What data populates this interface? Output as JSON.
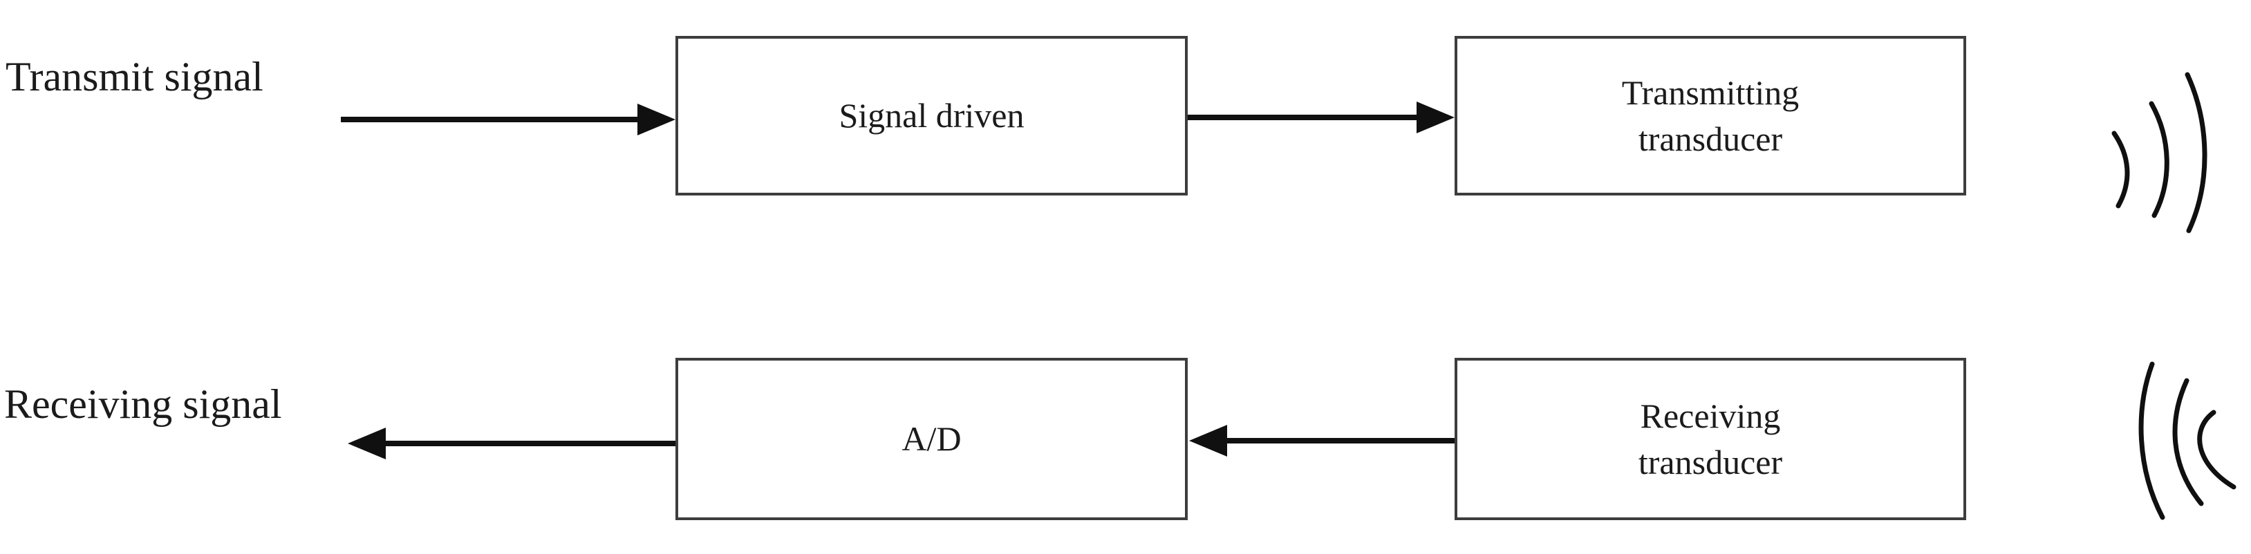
{
  "colors": {
    "ink": "#1b1b1b",
    "box_border": "#3d3d3d",
    "arrow": "#101010",
    "background": "#ffffff"
  },
  "labels": {
    "transmit_signal": "Transmit signal",
    "receiving_signal": "Receiving signal"
  },
  "boxes": {
    "signal_driven": {
      "label": "Signal driven"
    },
    "transmitting_transducer": {
      "line1": "Transmitting",
      "line2": "transducer"
    },
    "ad": {
      "label": "A/D"
    },
    "receiving_transducer": {
      "line1": "Receiving",
      "line2": "transducer"
    }
  },
  "icons": {
    "top_right": "sound-waves-out-icon",
    "bottom_right": "sound-waves-in-icon"
  }
}
